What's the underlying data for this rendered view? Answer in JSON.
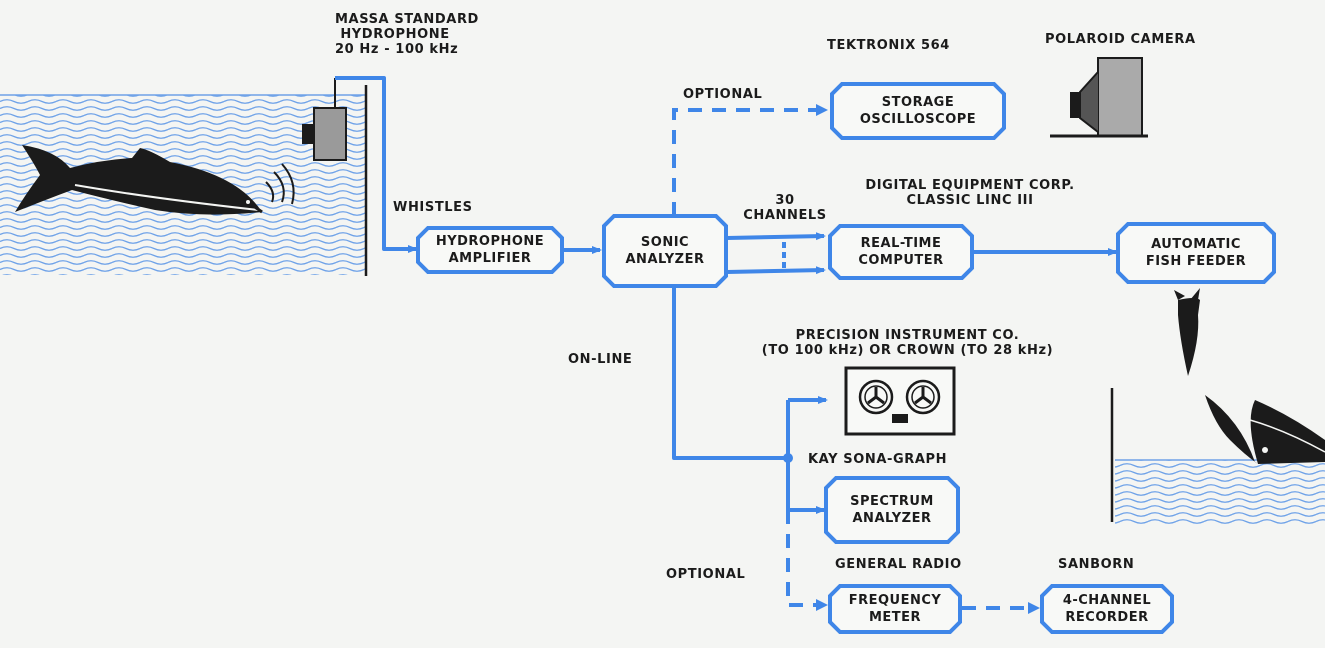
{
  "colors": {
    "line": "#3f86e8",
    "water": "#6fa2e8",
    "ink": "#1b1b1b",
    "background": "#f4f5f3"
  },
  "labels": {
    "hydrophone_name": [
      "MASSA STANDARD",
      "HYDROPHONE",
      "20 Hz - 100 kHz"
    ],
    "whistles": "WHISTLES",
    "optional_top": "OPTIONAL",
    "tektronix": "TEKTRONIX 564",
    "polaroid": "POLAROID CAMERA",
    "digital_equipment": [
      "DIGITAL EQUIPMENT CORP.",
      "CLASSIC LINC III"
    ],
    "channels": [
      "30",
      "CHANNELS"
    ],
    "on_line": "ON-LINE",
    "precision": [
      "PRECISION INSTRUMENT CO.",
      "(TO 100 kHz) OR CROWN (TO 28 kHz)"
    ],
    "kay": "KAY SONA-GRAPH",
    "optional_bottom": "OPTIONAL",
    "general_radio": "GENERAL RADIO",
    "sanborn": "SANBORN"
  },
  "boxes": {
    "hydrophone_amplifier": [
      "HYDROPHONE",
      "AMPLIFIER"
    ],
    "sonic_analyzer": [
      "SONIC",
      "ANALYZER"
    ],
    "storage_oscilloscope": [
      "STORAGE",
      "OSCILLOSCOPE"
    ],
    "real_time_computer": [
      "REAL-TIME",
      "COMPUTER"
    ],
    "automatic_fish_feeder": [
      "AUTOMATIC",
      "FISH FEEDER"
    ],
    "spectrum_analyzer": [
      "SPECTRUM",
      "ANALYZER"
    ],
    "frequency_meter": [
      "FREQUENCY",
      "METER"
    ],
    "four_channel_recorder": [
      "4-CHANNEL",
      "RECORDER"
    ]
  }
}
